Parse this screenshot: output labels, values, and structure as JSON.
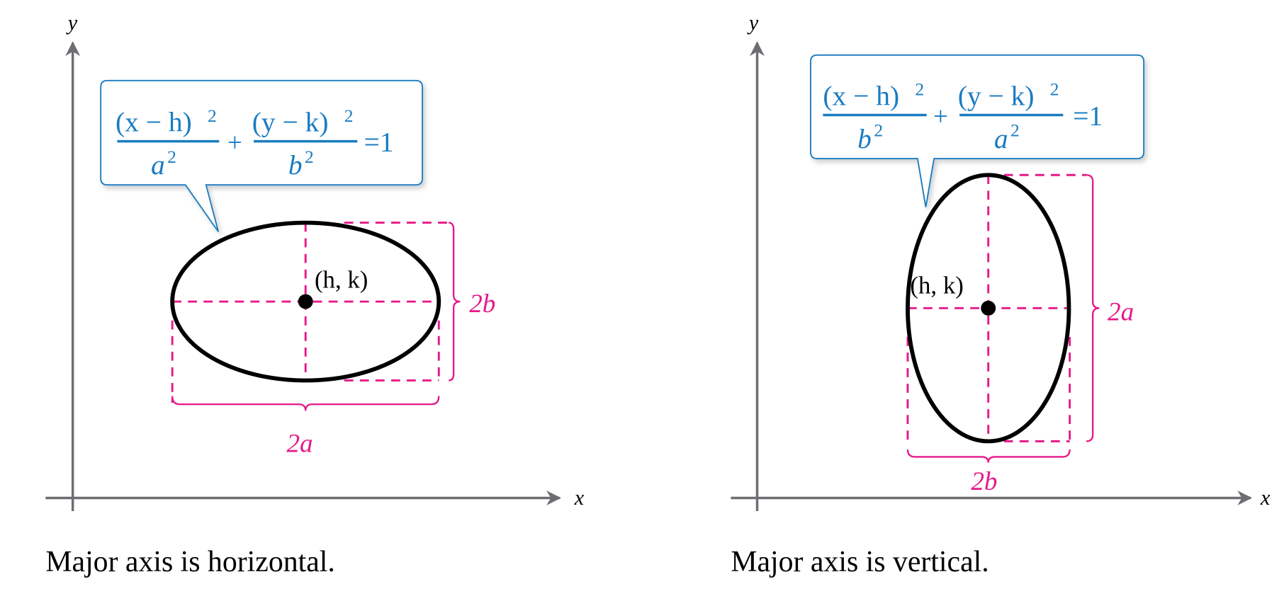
{
  "colors": {
    "formula": "#1a7cc1",
    "dimension": "#e6198a",
    "axis": "#6d6e71",
    "ellipse": "#000000"
  },
  "left": {
    "axis_x_label": "x",
    "axis_y_label": "y",
    "formula": {
      "num1": "(x − h)",
      "sup1": "2",
      "den1": "a",
      "den1_sup": "2",
      "plus": "+",
      "num2": "(y − k)",
      "sup2": "2",
      "den2": "b",
      "den2_sup": "2",
      "equals": "=1"
    },
    "center_label": "(h, k)",
    "width_label": "2a",
    "height_label": "2b",
    "caption": "Major axis is horizontal."
  },
  "right": {
    "axis_x_label": "x",
    "axis_y_label": "y",
    "formula": {
      "num1": "(x − h)",
      "sup1": "2",
      "den1": "b",
      "den1_sup": "2",
      "plus": "+",
      "num2": "(y − k)",
      "sup2": "2",
      "den2": "a",
      "den2_sup": "2",
      "equals": "=1"
    },
    "center_label": "(h, k)",
    "width_label": "2b",
    "height_label": "2a",
    "caption": "Major axis is vertical."
  }
}
